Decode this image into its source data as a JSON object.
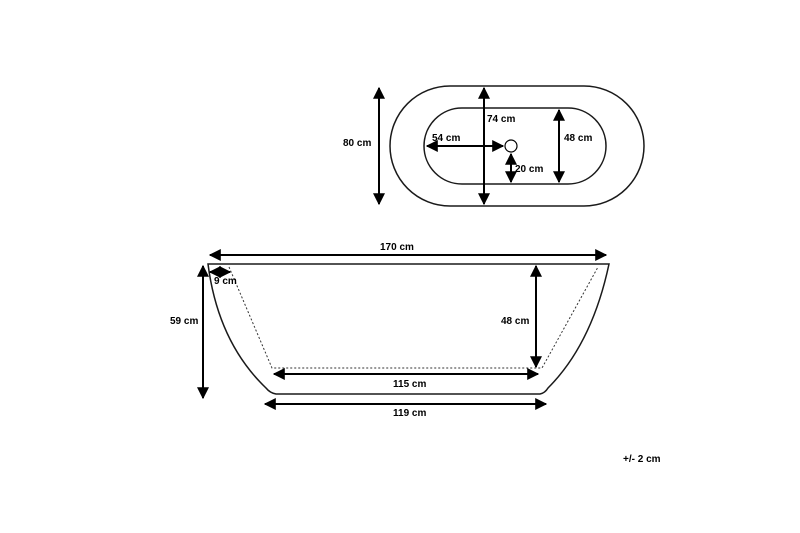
{
  "top_view": {
    "outer_height_label": "80 cm",
    "inner_length_label": "74 cm",
    "drain_offset_label": "54 cm",
    "inner_width_label": "48 cm",
    "drain_side_label": "20 cm"
  },
  "side_view": {
    "total_length_label": "170 cm",
    "rim_label": "9 cm",
    "height_label": "59 cm",
    "inner_depth_label": "48 cm",
    "inner_bottom_label": "115 cm",
    "base_length_label": "119 cm"
  },
  "tolerance_note": "+/- 2 cm"
}
